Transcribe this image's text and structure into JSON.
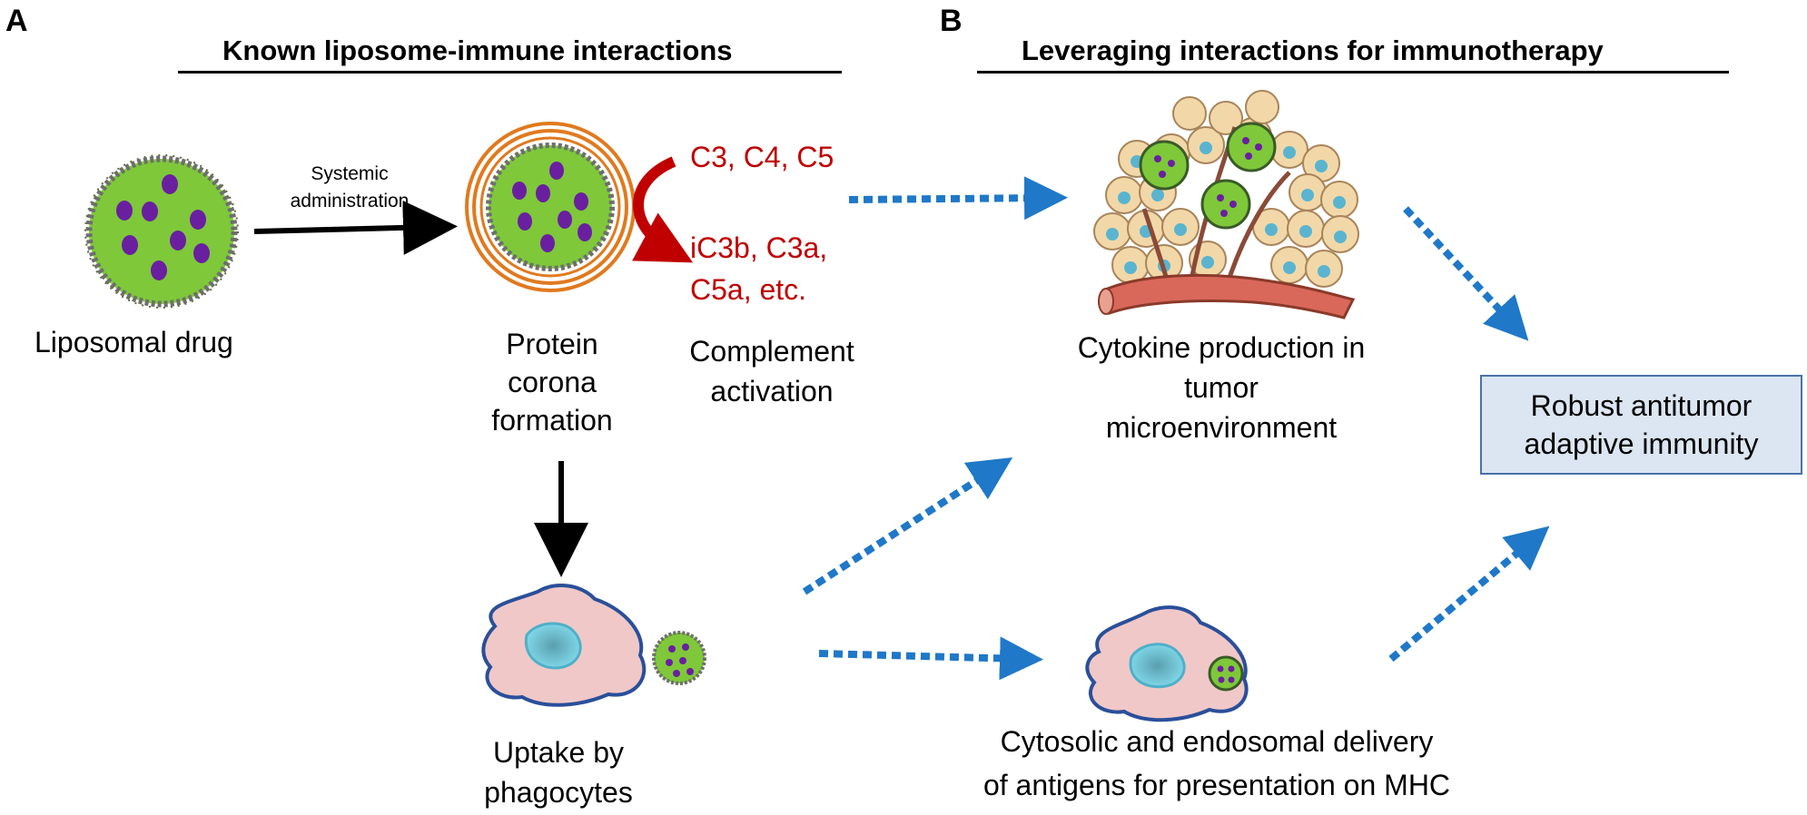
{
  "panel_a": {
    "letter": "A",
    "heading": "Known liposome-immune interactions",
    "liposomal_drug": "Liposomal drug",
    "arrow_label_1": "Systemic",
    "arrow_label_2": "administration",
    "corona_1": "Protein",
    "corona_2": "corona",
    "corona_3": "formation",
    "complement_proteins": "C3, C4, C5",
    "complement_products_1": "iC3b, C3a,",
    "complement_products_2": "C5a, etc.",
    "complement_1": "Complement",
    "complement_2": "activation",
    "uptake_1": "Uptake by",
    "uptake_2": "phagocytes"
  },
  "panel_b": {
    "letter": "B",
    "heading": "Leveraging interactions for immunotherapy",
    "cytokine_1": "Cytokine production in",
    "cytokine_2": "tumor",
    "cytokine_3": "microenvironment",
    "result_1": "Robust antitumor",
    "result_2": "adaptive immunity",
    "delivery_1": "Cytosolic and endosomal delivery",
    "delivery_2": "of antigens for presentation on MHC"
  },
  "colors": {
    "liposome_core": "#7ec83a",
    "liposome_dots": "#6a1fa0",
    "liposome_shell": "#6e6e6e",
    "corona_ring": "#e07a1f",
    "complement_red": "#c00000",
    "dotted_arrow_blue": "#1f78c8",
    "result_box_fill": "#dce6f2",
    "result_box_border": "#4a72a8",
    "cell_pink": "#f0c8c8",
    "cell_border": "#2a4f9a",
    "nucleus_blue": "#6cc6d8"
  }
}
